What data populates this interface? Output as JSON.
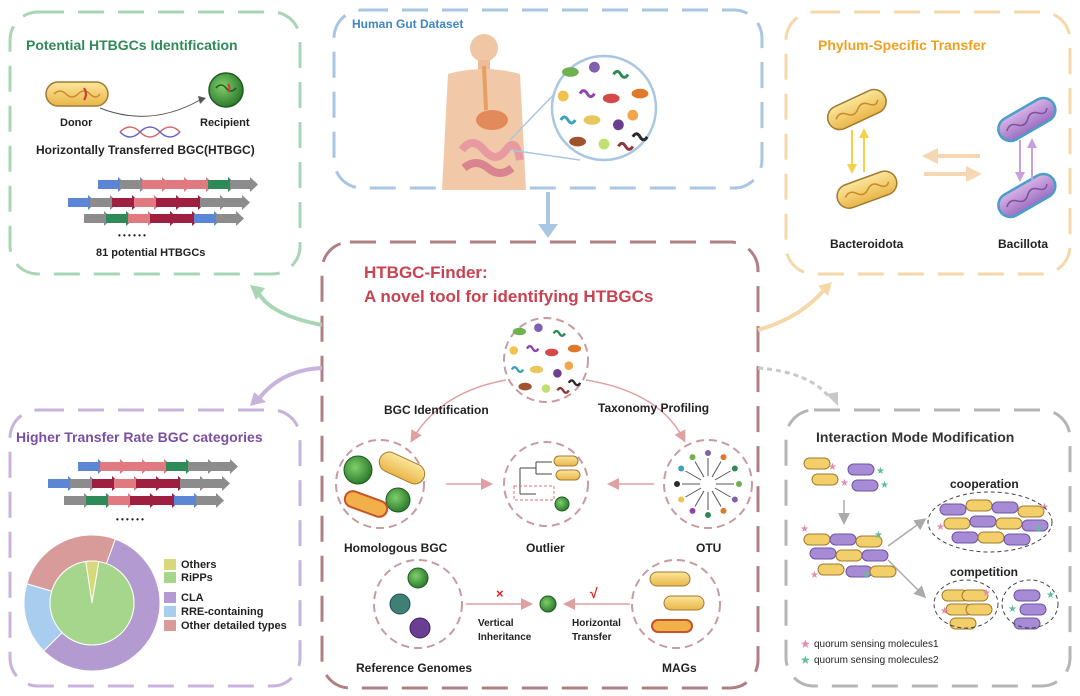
{
  "panels": {
    "potential": {
      "title": "Potential HTBGCs Identification",
      "donor": "Donor",
      "recipient": "Recipient",
      "htbgc_label": "Horizontally Transferred BGC(HTBGC)",
      "dots": "• • • • • •",
      "count_label": "81 potential HTBGCs"
    },
    "gut": {
      "title": "Human Gut Dataset"
    },
    "phylum": {
      "title": "Phylum-Specific Transfer",
      "left_label": "Bacteroidota",
      "right_label": "Bacillota"
    },
    "finder": {
      "title_line1": "HTBGC-Finder:",
      "title_line2": "A novel tool for identifying HTBGCs",
      "bgc_identification": "BGC Identification",
      "taxonomy_profiling": "Taxonomy Profiling",
      "homologous_bgc": "Homologous BGC",
      "outlier": "Outlier",
      "otu": "OTU",
      "reference_genomes": "Reference Genomes",
      "mags": "MAGs",
      "cross_mark": "×",
      "check_mark": "√",
      "vertical_line1": "Vertical",
      "vertical_line2": "Inheritance",
      "horizontal_line1": "Horizontal",
      "horizontal_line2": "Transfer"
    },
    "categories": {
      "title": "Higher Transfer Rate BGC categories",
      "dots": "• • • • • •",
      "legend": [
        {
          "label": "Others",
          "color": "#d6d97a"
        },
        {
          "label": "RiPPs",
          "color": "#a6d68c"
        },
        {
          "label": "CLA",
          "color": "#b39ad1"
        },
        {
          "label": "RRE-containing",
          "color": "#a9cdef"
        },
        {
          "label": "Other detailed types",
          "color": "#d99a9a"
        }
      ]
    },
    "interaction": {
      "title": "Interaction Mode Modification",
      "cooperation": "cooperation",
      "competition": "competition",
      "legend1": "quorum sensing molecules1",
      "legend2": "quorum sensing molecules2",
      "star1_color": "#e88ab0",
      "star2_color": "#5fbf9c"
    }
  },
  "colors": {
    "green_frame": "#a8d5b5",
    "blue_frame": "#a9c6e2",
    "orange_frame": "#f5d7a8",
    "purple_frame": "#c8b3dc",
    "red_frame": "#b07f84",
    "grey_frame": "#b5b5b5",
    "green_title": "#2e8b57",
    "blue_title": "#3f86c6",
    "orange_title": "#f0a020",
    "purple_title": "#7a4fa3",
    "red_title": "#c9424f"
  },
  "chart_data": {
    "type": "pie",
    "inner": [
      {
        "label": "Others",
        "value": 5
      },
      {
        "label": "RiPPs",
        "value": 95
      }
    ],
    "outer": [
      {
        "label": "CLA",
        "value": 57
      },
      {
        "label": "RRE-containing",
        "value": 17
      },
      {
        "label": "Other detailed types",
        "value": 26
      }
    ]
  }
}
